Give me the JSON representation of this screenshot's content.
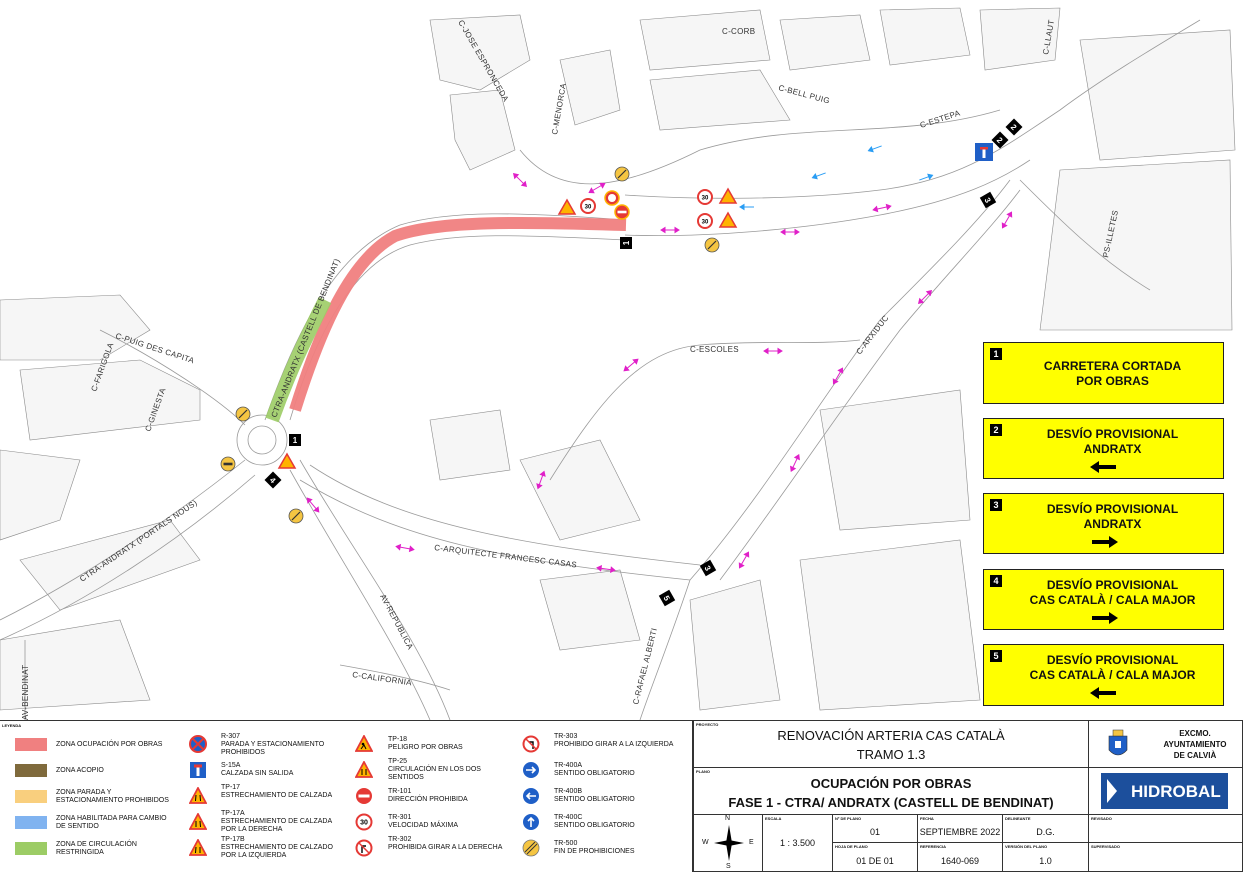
{
  "map": {
    "streets": {
      "jose_espronceda": "C-JOSE ESPRONCEDA",
      "corb": "C-CORB",
      "llaut": "C-LLAUT",
      "menorca": "C-MENORCA",
      "bell_puig": "C-BELL PUIG",
      "estepa": "C-ESTEPA",
      "illetes": "PS-ILLETES",
      "ctra_andratx_castell": "CTRA-ANDRATX (CASTELL DE BENDINAT)",
      "puig_des_capita": "C-PUIG DES CAPITA",
      "farigola": "C-FARIGOLA",
      "ginesta": "C-GINESTA",
      "escoles": "C-ESCOLES",
      "arxiduc": "C-ARXIDUC",
      "ctra_andratx_portals": "CTRA-ANDRATX (PORTALS NOUS)",
      "arquitecte": "C-ARQUITECTE FRANCESC CASAS",
      "republica": "AV-REPUBLICA",
      "california": "C-CALIFORNIA",
      "rafael_alberti": "C-RAFAEL ALBERTI",
      "bendinat": "AV-BENDINAT"
    },
    "markers": [
      "1",
      "2",
      "3",
      "4",
      "5"
    ],
    "speed_limit": "30"
  },
  "panels": [
    {
      "num": "1",
      "lines": [
        "CARRETERA CORTADA",
        "POR OBRAS"
      ],
      "arrow": "none"
    },
    {
      "num": "2",
      "lines": [
        "DESVÍO PROVISIONAL",
        "ANDRATX"
      ],
      "arrow": "left"
    },
    {
      "num": "3",
      "lines": [
        "DESVÍO PROVISIONAL",
        "ANDRATX"
      ],
      "arrow": "right"
    },
    {
      "num": "4",
      "lines": [
        "DESVÍO PROVISIONAL",
        "CAS CATALÀ / CALA MAJOR"
      ],
      "arrow": "right"
    },
    {
      "num": "5",
      "lines": [
        "DESVÍO PROVISIONAL",
        "CAS CATALÀ / CALA MAJOR"
      ],
      "arrow": "left"
    }
  ],
  "legend": {
    "header": "LEYENDA",
    "zones": [
      {
        "color": "#f08080",
        "label": "ZONA OCUPACIÓN POR OBRAS"
      },
      {
        "color": "#7f6a3c",
        "label": "ZONA ACOPIO"
      },
      {
        "color": "#f9cf7e",
        "label": "ZONA PARADA Y ESTACIONAMIENTO PROHIBIDOS"
      },
      {
        "color": "#80b3f0",
        "label": "ZONA HABILITADA PARA CAMBIO DE SENTIDO"
      },
      {
        "color": "#9ccc65",
        "label": "ZONA DE CIRCULACIÓN RESTRINGIDA"
      }
    ],
    "signs_col1": [
      {
        "code": "R-307",
        "desc": "PARADA Y ESTACIONAMIENTO PROHIBIDOS",
        "icon": "no-parking-icon"
      },
      {
        "code": "S-15A",
        "desc": "CALZADA SIN SALIDA",
        "icon": "dead-end-icon"
      },
      {
        "code": "TP-17",
        "desc": "ESTRECHAMIENTO DE CALZADA",
        "icon": "narrowing-icon"
      },
      {
        "code": "TP-17A",
        "desc": "ESTRECHAMIENTO DE CALZADA POR LA DERECHA",
        "icon": "narrowing-right-icon"
      },
      {
        "code": "TP-17B",
        "desc": "ESTRECHAMIENTO DE CALZADO POR LA IZQUIERDA",
        "icon": "narrowing-left-icon"
      }
    ],
    "signs_col2": [
      {
        "code": "TP-18",
        "desc": "PELIGRO POR OBRAS",
        "icon": "roadworks-icon"
      },
      {
        "code": "TP-25",
        "desc": "CIRCULACIÓN EN LOS DOS SENTIDOS",
        "icon": "two-way-icon"
      },
      {
        "code": "TR-101",
        "desc": "DIRECCIÓN PROHIBIDA",
        "icon": "no-entry-icon"
      },
      {
        "code": "TR-301",
        "desc": "VELOCIDAD MÁXIMA",
        "icon": "speed-limit-icon"
      },
      {
        "code": "TR-302",
        "desc": "PROHIBIDA GIRAR A LA DERECHA",
        "icon": "no-right-turn-icon"
      }
    ],
    "signs_col3": [
      {
        "code": "TR-303",
        "desc": "PROHIBIDO GIRAR A LA IZQUIERDA",
        "icon": "no-left-turn-icon"
      },
      {
        "code": "TR-400A",
        "desc": "SENTIDO OBLIGATORIO",
        "icon": "mandatory-right-icon"
      },
      {
        "code": "TR-400B",
        "desc": "SENTIDO OBLIGATORIO",
        "icon": "mandatory-left-icon"
      },
      {
        "code": "TR-400C",
        "desc": "SENTIDO OBLIGATORIO",
        "icon": "mandatory-up-icon"
      },
      {
        "code": "TR-500",
        "desc": "FIN DE PROHIBICIONES",
        "icon": "end-prohibitions-icon"
      }
    ]
  },
  "title_block": {
    "proyecto_label": "PROYECTO",
    "project_line1": "RENOVACIÓN ARTERIA CAS CATALÀ",
    "project_line2": "TRAMO 1.3",
    "plano_label": "PLANO",
    "plan_line1": "OCUPACIÓN POR OBRAS",
    "plan_line2": "FASE 1 - CTRA/ ANDRATX (CASTELL DE BENDINAT)",
    "org_line1": "EXCMO.",
    "org_line2": "AYUNTAMIENTO",
    "org_line3": "DE CALVIÀ",
    "company": "HIDROBAL",
    "compass": {
      "n": "N",
      "s": "S",
      "e": "E",
      "w": "W"
    },
    "escala_label": "ESCALA",
    "escala": "1 : 3.500",
    "n_plano_label": "Nº DE PLANO",
    "n_plano": "01",
    "fecha_label": "FECHA",
    "fecha": "SEPTIEMBRE 2022",
    "delineante_label": "DELINEANTE",
    "delineante": "D.G.",
    "revisado_label": "REVISADO",
    "hoja_label": "HOJA DE PLANO",
    "hoja": "01 DE 01",
    "referencia_label": "REFERENCIA",
    "referencia": "1640-069",
    "version_label": "VERSIÓN DEL PLANO",
    "version": "1.0",
    "supervisado_label": "SUPERVISADO"
  },
  "colors": {
    "occupation": "#f08080",
    "restricted": "#9ccc65",
    "detour_arrow": "#e020c8",
    "uturn_arrow": "#2a9df4",
    "panel_yellow": "#ffff00"
  }
}
